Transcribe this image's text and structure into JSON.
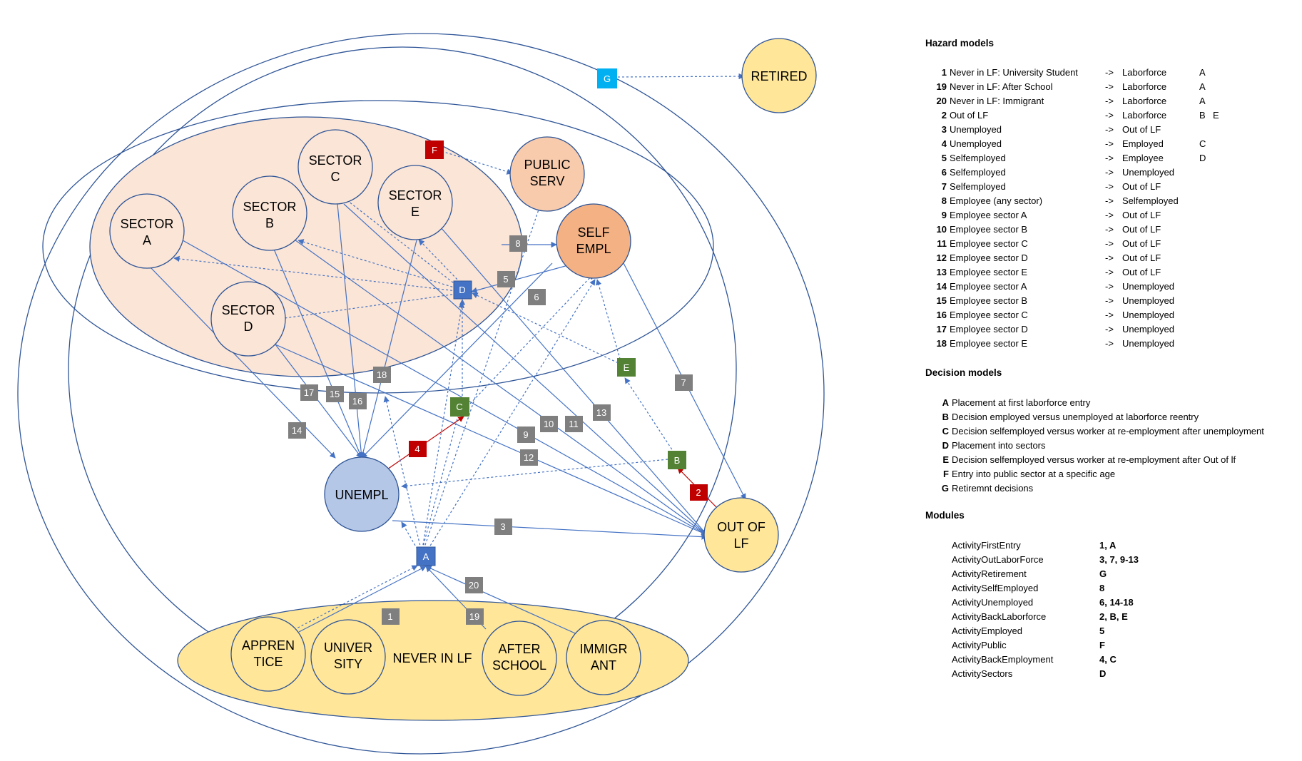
{
  "diagram": {
    "states": {
      "retired": [
        "RETIRED"
      ],
      "public_serv": [
        "PUBLIC",
        "SERV"
      ],
      "self_empl": [
        "SELF",
        "EMPL"
      ],
      "sector_a": [
        "SECTOR",
        "A"
      ],
      "sector_b": [
        "SECTOR",
        "B"
      ],
      "sector_c": [
        "SECTOR",
        "C"
      ],
      "sector_d": [
        "SECTOR",
        "D"
      ],
      "sector_e": [
        "SECTOR",
        "E"
      ],
      "unempl": [
        "UNEMPL"
      ],
      "out_of_lf": [
        "OUT OF",
        "LF"
      ],
      "never_in_lf": [
        "NEVER IN LF"
      ],
      "apprentice": [
        "APPREN",
        "TICE"
      ],
      "university": [
        "UNIVER",
        "SITY"
      ],
      "after_school": [
        "AFTER",
        "SCHOOL"
      ],
      "immigrant": [
        "IMMIGR",
        "ANT"
      ]
    },
    "decision_nodes": [
      "A",
      "B",
      "C",
      "D",
      "E",
      "F",
      "G"
    ],
    "hazard_boxes": [
      "1",
      "2",
      "3",
      "4",
      "5",
      "6",
      "7",
      "8",
      "9",
      "10",
      "11",
      "12",
      "13",
      "14",
      "15",
      "16",
      "17",
      "18",
      "19",
      "20"
    ],
    "colors": {
      "retired": "#ffe699",
      "out_of_lf": "#ffe699",
      "never_in_lf": "#ffe699",
      "public_serv": "#f8cbad",
      "self_empl": "#f4b183",
      "sectors_area": "#fbe5d6",
      "unempl": "#b4c7e7",
      "outline": "#2f5597",
      "arrow": "#4472c4",
      "hazard_box_gray": "#7f7f7f",
      "hazard_box_red": "#c00000",
      "decision_blue": "#4472c4",
      "decision_green": "#548235",
      "decision_red": "#c00000",
      "decision_cyan": "#00b0f0"
    }
  },
  "hazard_models": {
    "title": "Hazard models",
    "arrow": "->",
    "items": [
      {
        "num": "1",
        "from": "Never in LF: University Student",
        "to": "Laborforce",
        "d1": "A",
        "d2": ""
      },
      {
        "num": "19",
        "from": "Never in LF: After School",
        "to": "Laborforce",
        "d1": "A",
        "d2": ""
      },
      {
        "num": "20",
        "from": "Never in LF: Immigrant",
        "to": "Laborforce",
        "d1": "A",
        "d2": ""
      },
      {
        "num": "2",
        "from": "Out of LF",
        "to": "Laborforce",
        "d1": "B",
        "d2": "E"
      },
      {
        "num": "3",
        "from": "Unemployed",
        "to": "Out of LF",
        "d1": "",
        "d2": ""
      },
      {
        "num": "4",
        "from": "Unemployed",
        "to": "Employed",
        "d1": "C",
        "d2": ""
      },
      {
        "num": "5",
        "from": "Selfemployed",
        "to": "Employee",
        "d1": "D",
        "d2": ""
      },
      {
        "num": "6",
        "from": "Selfemployed",
        "to": "Unemployed",
        "d1": "",
        "d2": ""
      },
      {
        "num": "7",
        "from": "Selfemployed",
        "to": "Out of LF",
        "d1": "",
        "d2": ""
      },
      {
        "num": "8",
        "from": "Employee (any sector)",
        "to": "Selfemployed",
        "d1": "",
        "d2": ""
      },
      {
        "num": "9",
        "from": "Employee sector A",
        "to": "Out of LF",
        "d1": "",
        "d2": ""
      },
      {
        "num": "10",
        "from": "Employee sector B",
        "to": "Out of LF",
        "d1": "",
        "d2": ""
      },
      {
        "num": "11",
        "from": "Employee sector C",
        "to": "Out of LF",
        "d1": "",
        "d2": ""
      },
      {
        "num": "12",
        "from": "Employee sector D",
        "to": "Out of LF",
        "d1": "",
        "d2": ""
      },
      {
        "num": "13",
        "from": "Employee sector E",
        "to": "Out of LF",
        "d1": "",
        "d2": ""
      },
      {
        "num": "14",
        "from": "Employee sector A",
        "to": "Unemployed",
        "d1": "",
        "d2": ""
      },
      {
        "num": "15",
        "from": "Employee sector B",
        "to": "Unemployed",
        "d1": "",
        "d2": ""
      },
      {
        "num": "16",
        "from": "Employee sector C",
        "to": "Unemployed",
        "d1": "",
        "d2": ""
      },
      {
        "num": "17",
        "from": "Employee sector D",
        "to": "Unemployed",
        "d1": "",
        "d2": ""
      },
      {
        "num": "18",
        "from": "Employee sector E",
        "to": "Unemployed",
        "d1": "",
        "d2": ""
      }
    ]
  },
  "decision_models": {
    "title": "Decision models",
    "items": [
      {
        "letter": "A",
        "text": "Placement at first laborforce entry"
      },
      {
        "letter": "B",
        "text": "Decision employed versus unemployed at laborforce reentry"
      },
      {
        "letter": "C",
        "text": "Decision selfemployed versus worker at re-employment after unemployment"
      },
      {
        "letter": "D",
        "text": "Placement into sectors"
      },
      {
        "letter": "E",
        "text": "Decision selfemployed versus worker at re-employment after Out of lf"
      },
      {
        "letter": "F",
        "text": "Entry into public sector at a specific age"
      },
      {
        "letter": "G",
        "text": "Retiremnt decisions"
      }
    ]
  },
  "modules": {
    "title": "Modules",
    "items": [
      {
        "name": "ActivityFirstEntry",
        "value": "1, A"
      },
      {
        "name": "ActivityOutLaborForce",
        "value": "3, 7, 9-13"
      },
      {
        "name": "ActivityRetirement",
        "value": "G"
      },
      {
        "name": "ActivitySelfEmployed",
        "value": "8"
      },
      {
        "name": "ActivityUnemployed",
        "value": "6, 14-18"
      },
      {
        "name": "ActivityBackLaborforce",
        "value": "2, B, E"
      },
      {
        "name": "ActivityEmployed",
        "value": "5"
      },
      {
        "name": "ActivityPublic",
        "value": "F"
      },
      {
        "name": "ActivityBackEmployment",
        "value": "4, C"
      },
      {
        "name": "ActivitySectors",
        "value": "D"
      }
    ]
  }
}
